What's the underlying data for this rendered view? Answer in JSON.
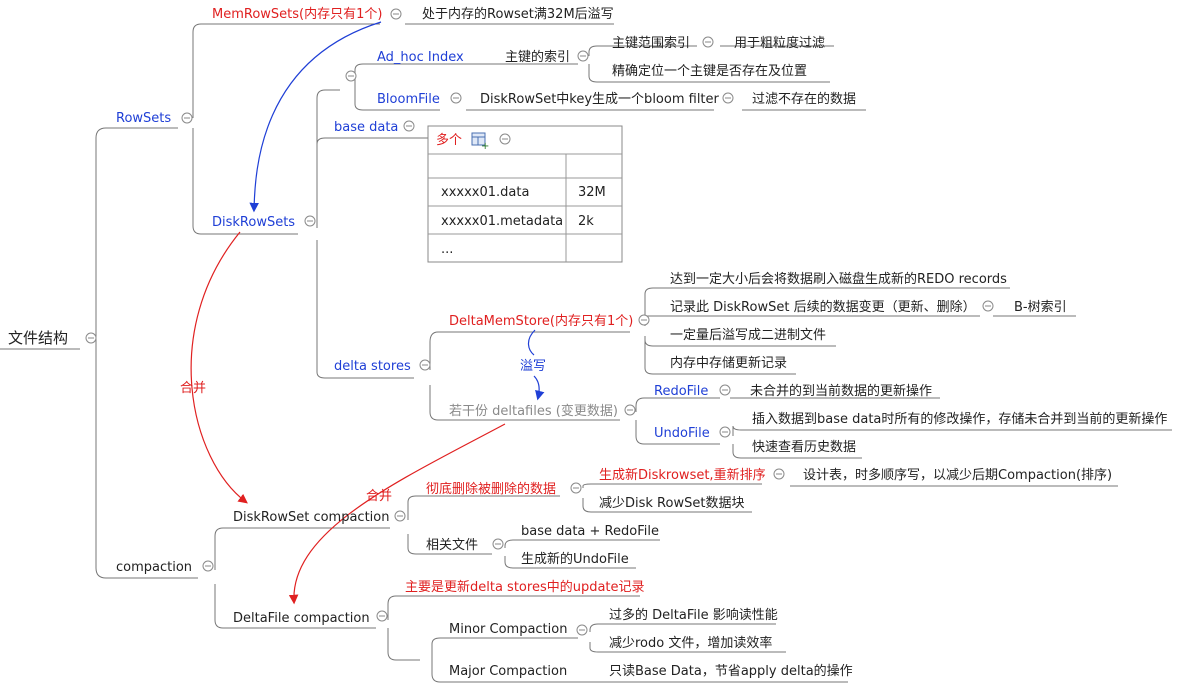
{
  "mindmap": {
    "root": "文件结构",
    "rowsets": {
      "label": "RowSets",
      "memrowsets": "MemRowSets(内存只有1个)",
      "memrowsets_note": "处于内存的Rowset满32M后溢写",
      "diskrowsets": "DiskRowSets",
      "ad_hoc_index": "Ad_hoc Index",
      "primary_index": "主键的索引",
      "pk_range_index": "主键范围索引",
      "coarse_filter": "用于粗粒度过滤",
      "pk_locate": "精确定位一个主键是否存在及位置",
      "bloomfile": "BloomFile",
      "bloom_desc": "DiskRowSet中key生成一个bloom filter",
      "bloom_filter_note": "过滤不存在的数据",
      "base_data": "base data",
      "delta_stores": "delta stores",
      "deltamemstore": "DeltaMemStore(内存只有1个)",
      "dms_notes": [
        "达到一定大小后会将数据刷入磁盘生成新的REDO records",
        "记录此 DiskRowSet 后续的数据变更（更新、删除）",
        "一定量后溢写成二进制文件",
        "内存中存储更新记录"
      ],
      "btree_index": "B-树索引",
      "spill_label": "溢写",
      "deltafiles": "若干份 deltafiles (变更数据)",
      "redofile": "RedoFile",
      "redofile_desc": "未合并的到当前数据的更新操作",
      "undofile": "UndoFile",
      "undofile_desc": [
        "插入数据到base data时所有的修改操作，存储未合并到当前的更新操作",
        "快速查看历史数据"
      ]
    },
    "base_data_table": {
      "title": "多个",
      "rows": [
        [
          "",
          ""
        ],
        [
          "xxxxx01.data",
          "32M"
        ],
        [
          "xxxxx01.metadata",
          "2k"
        ],
        [
          "...",
          ""
        ]
      ]
    },
    "compaction": {
      "label": "compaction",
      "drs_compaction": "DiskRowSet compaction",
      "purge_deleted": "彻底删除被删除的数据",
      "new_diskrowset": "生成新Diskrowset,重新排序",
      "design_note": "设计表，时多顺序写，以减少后期Compaction(排序)",
      "reduce_blocks": "减少Disk RowSet数据块",
      "related_files": "相关文件",
      "base_redo": "base data + RedoFile",
      "new_undo": "生成新的UndoFile",
      "deltafile_compaction": "DeltaFile compaction",
      "df_note": "主要是更新delta stores中的update记录",
      "minor": "Minor Compaction",
      "minor_notes": [
        "过多的 DeltaFile 影响读性能",
        "减少rodo 文件，增加读效率"
      ],
      "major": "Major Compaction",
      "major_note": "只读Base Data，节省apply delta的操作"
    },
    "relations": [
      "合并",
      "合并"
    ]
  }
}
